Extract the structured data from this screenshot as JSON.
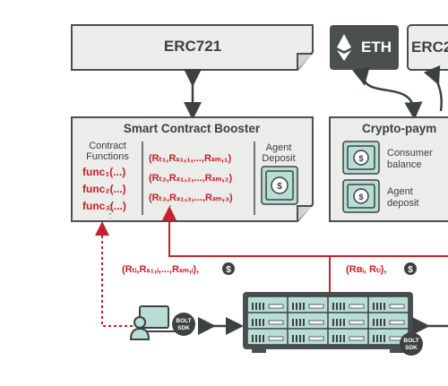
{
  "erc721": {
    "label": "ERC721"
  },
  "eth": {
    "label": "ETH"
  },
  "erc2": {
    "label": "ERC2"
  },
  "booster": {
    "title": "Smart Contract Booster",
    "functions_header": [
      "Contract",
      "Functions"
    ],
    "functions": [
      "func₁(...)",
      "func₂(...)",
      "func₃(...)"
    ],
    "tuples": [
      "(Rₜ₁,Rₛ₁,₁,...,Rₛₘ,₁)",
      "(Rₜ₂,Rₛ₁,₂,...,Rₛₘ,₂)",
      "(Rₜ₃,Rₛ₁,₃,...,Rₛₘ,₃)"
    ],
    "agent_deposit": [
      "Agent",
      "Deposit"
    ],
    "dollar": "$"
  },
  "crypto": {
    "title": "Crypto-paym",
    "consumer_balance": [
      "Consumer",
      "balance"
    ],
    "agent_deposit": [
      "Agent",
      "deposit"
    ]
  },
  "flow": {
    "left_label": "(Rₜᵢ,Rₛ₁,ᵢ,...,Rₛₘ,ᵢ),",
    "right_label": "(Rʙᵢ, Rₜᵢ),",
    "dollar": "$"
  },
  "sdk": {
    "line1": "BOLT",
    "line2": "SDK"
  },
  "colors": {
    "red": "#c8202a",
    "dark": "#3c4142",
    "teal": "#b7ddd4",
    "box": "#ececea"
  }
}
